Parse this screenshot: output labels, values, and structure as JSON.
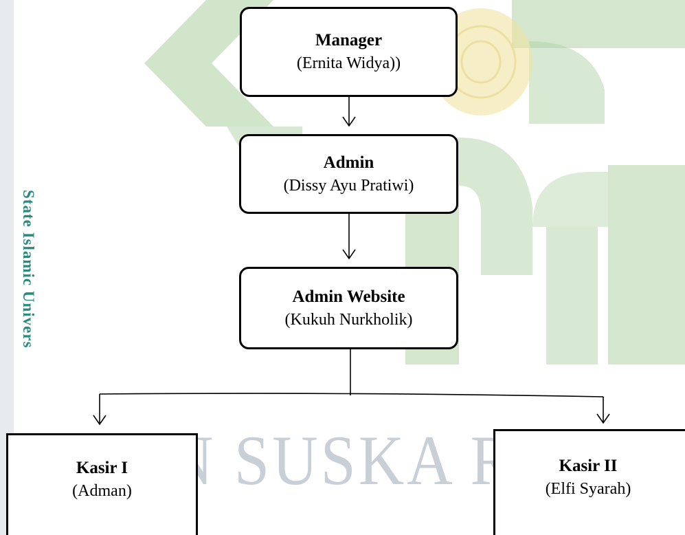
{
  "sidebar_text": "State Islamic Univers",
  "watermark_text": "UIN SUSKA RIAU",
  "colors": {
    "sidebar_text": "#2a8a7e",
    "watermark_green": "#a9cf9e",
    "watermark_gold": "#eee2a2",
    "watermark_gray": "#c9cfd6",
    "line": "#000000"
  },
  "nodes": {
    "manager": {
      "title": "Manager",
      "name": "(Ernita Widya))"
    },
    "admin": {
      "title": "Admin",
      "name": "(Dissy Ayu Pratiwi)"
    },
    "admin_website": {
      "title": "Admin Website",
      "name": "(Kukuh Nurkholik)"
    },
    "kasir_1": {
      "title": "Kasir I",
      "name": "(Adman)"
    },
    "kasir_2": {
      "title": "Kasir II",
      "name": "(Elfi Syarah)"
    }
  }
}
